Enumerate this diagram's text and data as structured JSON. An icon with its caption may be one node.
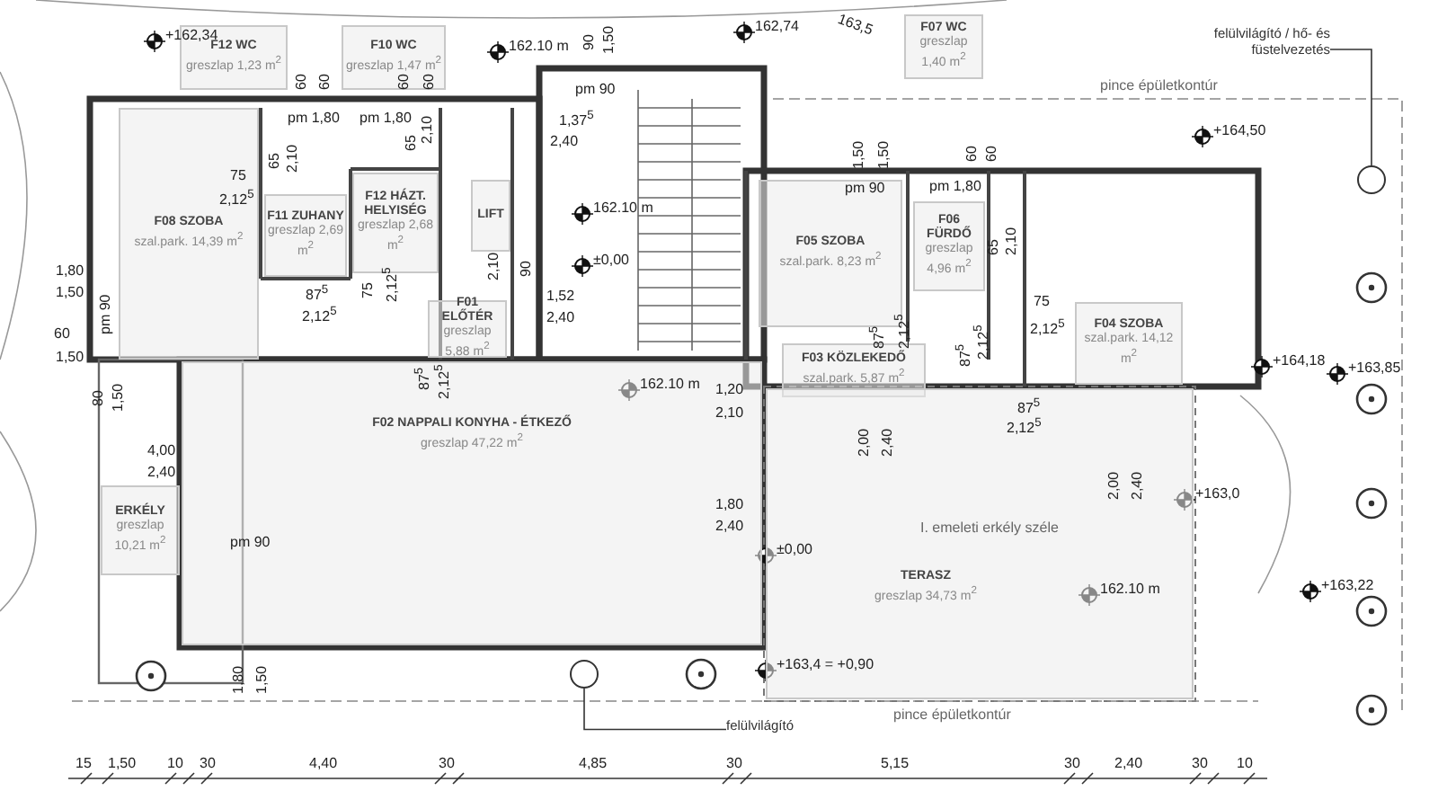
{
  "diagram": {
    "nodes": [
      {
        "text": [
          "F12 WC",
          "greszlap 1,23 m$^{2}$"
        ]
      },
      {
        "text": [
          "F10 WC",
          "greszlap 1,47 m$^{2}$"
        ]
      },
      {
        "text": [
          "F07 WC",
          "greszlap 1,40 m$^{2}$"
        ]
      },
      {
        "text": [
          "F08 SZOBA",
          "szal.park. 14,39 m$^{2}$"
        ]
      },
      {
        "text": [
          "F11 ZUHANY",
          "greszlap 2,69 m$^{2}$"
        ]
      },
      {
        "text": [
          "F12 HÁZT. HELYISÉG",
          "greszlap 2,68 m$^{2}$"
        ]
      },
      {
        "text": [
          "F01 ELŐTÉR",
          "greszlap 5,88 m$^{2}$"
        ]
      },
      {
        "text": [
          "LIFT"
        ]
      },
      {
        "text": [
          "F05 SZOBA",
          "szal.park. 8,23 m$^{2}$"
        ]
      },
      {
        "text": [
          "F06 FÜRDŐ",
          "greszlap 4,96 m$^{2}$"
        ]
      },
      {
        "text": [
          "F04 SZOBA",
          "szal.park. 14,12 m$^{2}$"
        ]
      },
      {
        "text": [
          "F03 KÖZLEKEDŐ",
          "szal.park. 5,87 m$^{2}$"
        ]
      },
      {
        "text": [
          "F02 NAPPALI KONYHA - ÉTKEZŐ",
          "greszlap 47,22 m$^{2}$"
        ]
      },
      {
        "text": [
          "ERKÉLY",
          "greszlap 10,21 m$^{2}$"
        ]
      },
      {
        "text": [
          "TERASZ",
          "greszlap 34,73 m$^{2}$"
        ]
      },
      {
        "text": [
          "felülvilágító / hő- és füstelvezetés"
        ]
      },
      {
        "text": [],
        "shape": "circle"
      },
      {
        "text": [
          "felülvilágító"
        ]
      },
      {
        "text": [],
        "shape": "circle"
      }
    ],
    "edges": [
      {
        "from": 15,
        "to": 16,
        "arrow": "none"
      },
      {
        "from": 17,
        "to": 18,
        "arrow": "none"
      }
    ],
    "labels": [
      "+162,34",
      "162.10 m",
      "162,74",
      "163,5",
      "90",
      "1,50",
      "60",
      "60",
      "60",
      "60",
      "pm 1,80",
      "pm 1,80",
      "pm 90",
      "1,37$^{5}$",
      "2,40",
      "65",
      "2,10",
      "65",
      "2,10",
      "75",
      "2,12$^{5}$",
      "162.10 m",
      "±0,00",
      "1,50",
      "1,50",
      "60",
      "60",
      "+164,50",
      "pince épületkontúr",
      "pm 90",
      "pm 1,80",
      "65",
      "2,10",
      "1,80",
      "1,50",
      "pm 90",
      "60",
      "1,50",
      "87$^{5}$",
      "2,12$^{5}$",
      "75",
      "2,12$^{5}$",
      "90",
      "2,10",
      "1,52",
      "2,40",
      "87$^{5}$",
      "2,12$^{5}$",
      "75",
      "2,12$^{5}$",
      "87$^{5}$",
      "2,12$^{5}$",
      "87$^{5}$",
      "2,12$^{5}$",
      "+164,18",
      "+163,85",
      "87$^{5}$",
      "2,12$^{5}$",
      "80",
      "1,50",
      "162.10 m",
      "1,20",
      "2,10",
      "4,00",
      "2,40",
      "2,00",
      "2,40",
      "2,00",
      "2,40",
      "1,80",
      "2,40",
      "+163,0",
      "I. emeleti erkély széle",
      "±0,00",
      "162.10 m",
      "+163,22",
      "pm 90",
      "1,80",
      "1,50",
      "+163,4 = +0,90",
      "pince épületkontúr",
      "15",
      "1,50",
      "10",
      "30",
      "4,40",
      "30",
      "4,85",
      "30",
      "5,15",
      "30",
      "2,40",
      "30",
      "10"
    ]
  }
}
